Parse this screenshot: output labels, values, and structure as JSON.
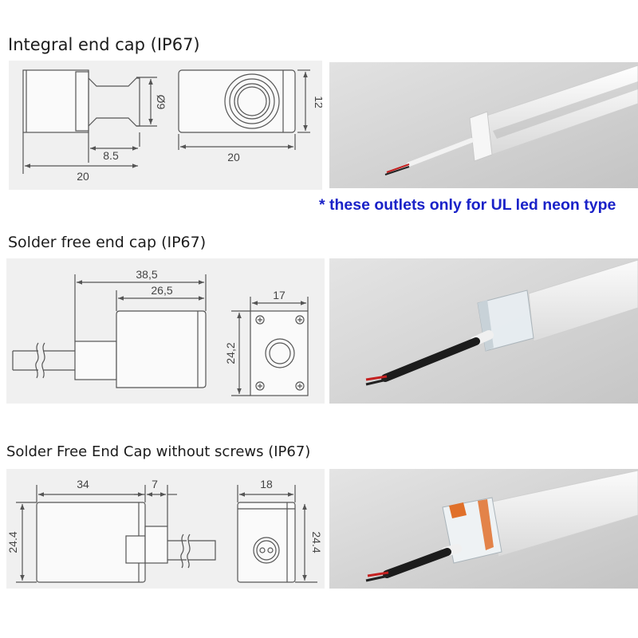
{
  "sections": [
    {
      "title": "Integral end cap (IP67)",
      "dims": {
        "diameter": "Ø9",
        "neck": "8.5",
        "length": "20",
        "front_width": "20",
        "height": "12"
      }
    },
    {
      "title": "Solder free  end cap (IP67)",
      "dims": {
        "overall": "38,5",
        "body": "26,5",
        "width": "17",
        "height": "24,2"
      }
    },
    {
      "title": "Solder Free End Cap without screws (IP67)",
      "dims": {
        "body": "34",
        "plug": "7",
        "width": "18",
        "height_left": "24.4",
        "height_right": "24.4"
      }
    }
  ],
  "note": "* these outlets only for UL led neon type",
  "colors": {
    "note": "#1a22c8",
    "panel": "#f0f0f0",
    "wire_red": "#c42020",
    "accent_orange": "#e0702a"
  }
}
